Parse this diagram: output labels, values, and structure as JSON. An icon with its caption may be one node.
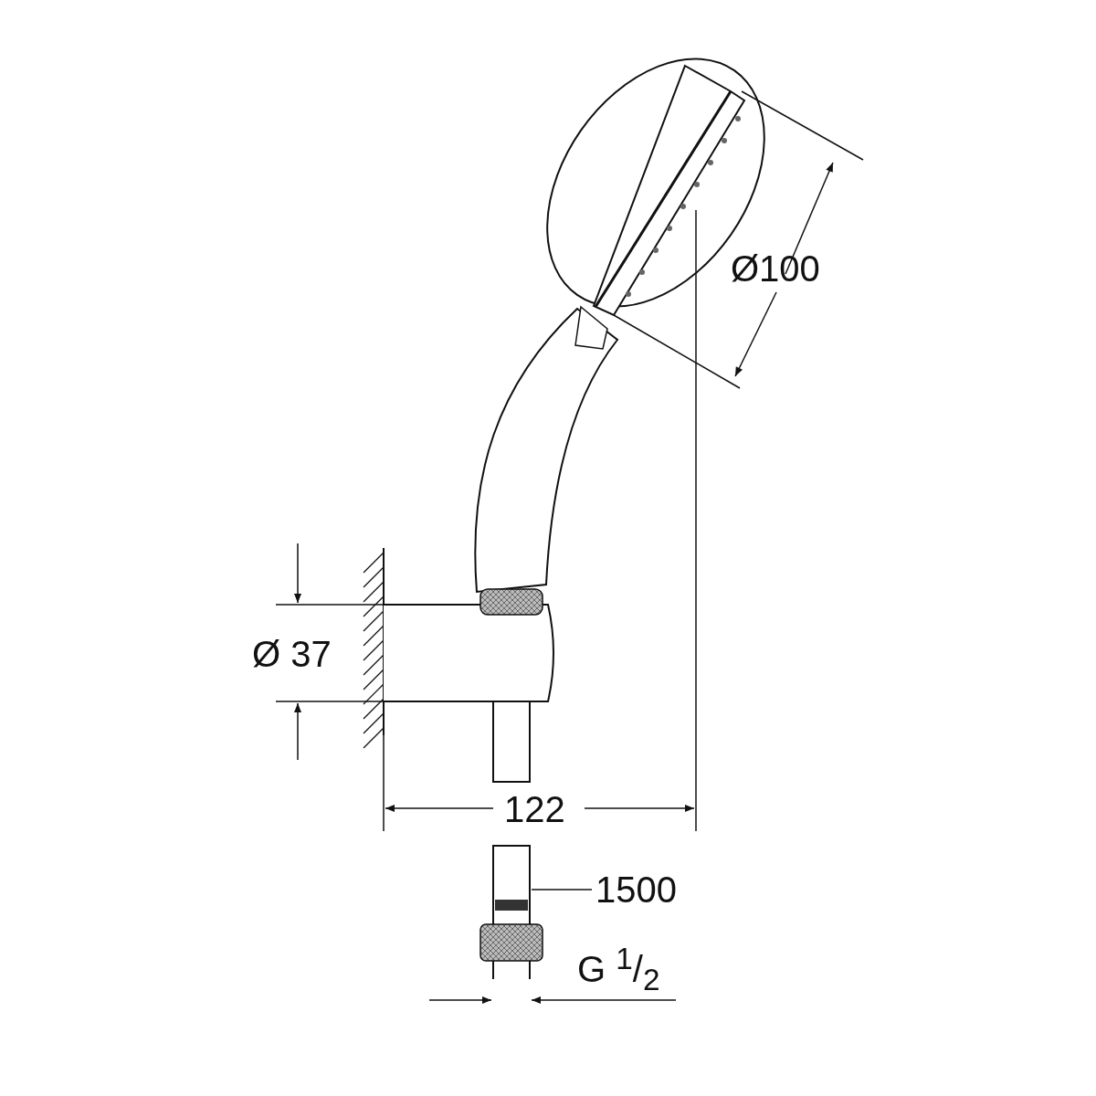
{
  "diagram": {
    "nodes": [
      {
        "text": [
          "1500"
        ]
      },
      {
        "text": [],
        "shape": "picture"
      }
    ],
    "edges": [
      {
        "from": 0,
        "to": 1,
        "arrow": "none"
      }
    ],
    "labels": [
      "Ø100",
      "Ø 37",
      "122",
      "G $^{1}$/$_{2}$"
    ]
  }
}
